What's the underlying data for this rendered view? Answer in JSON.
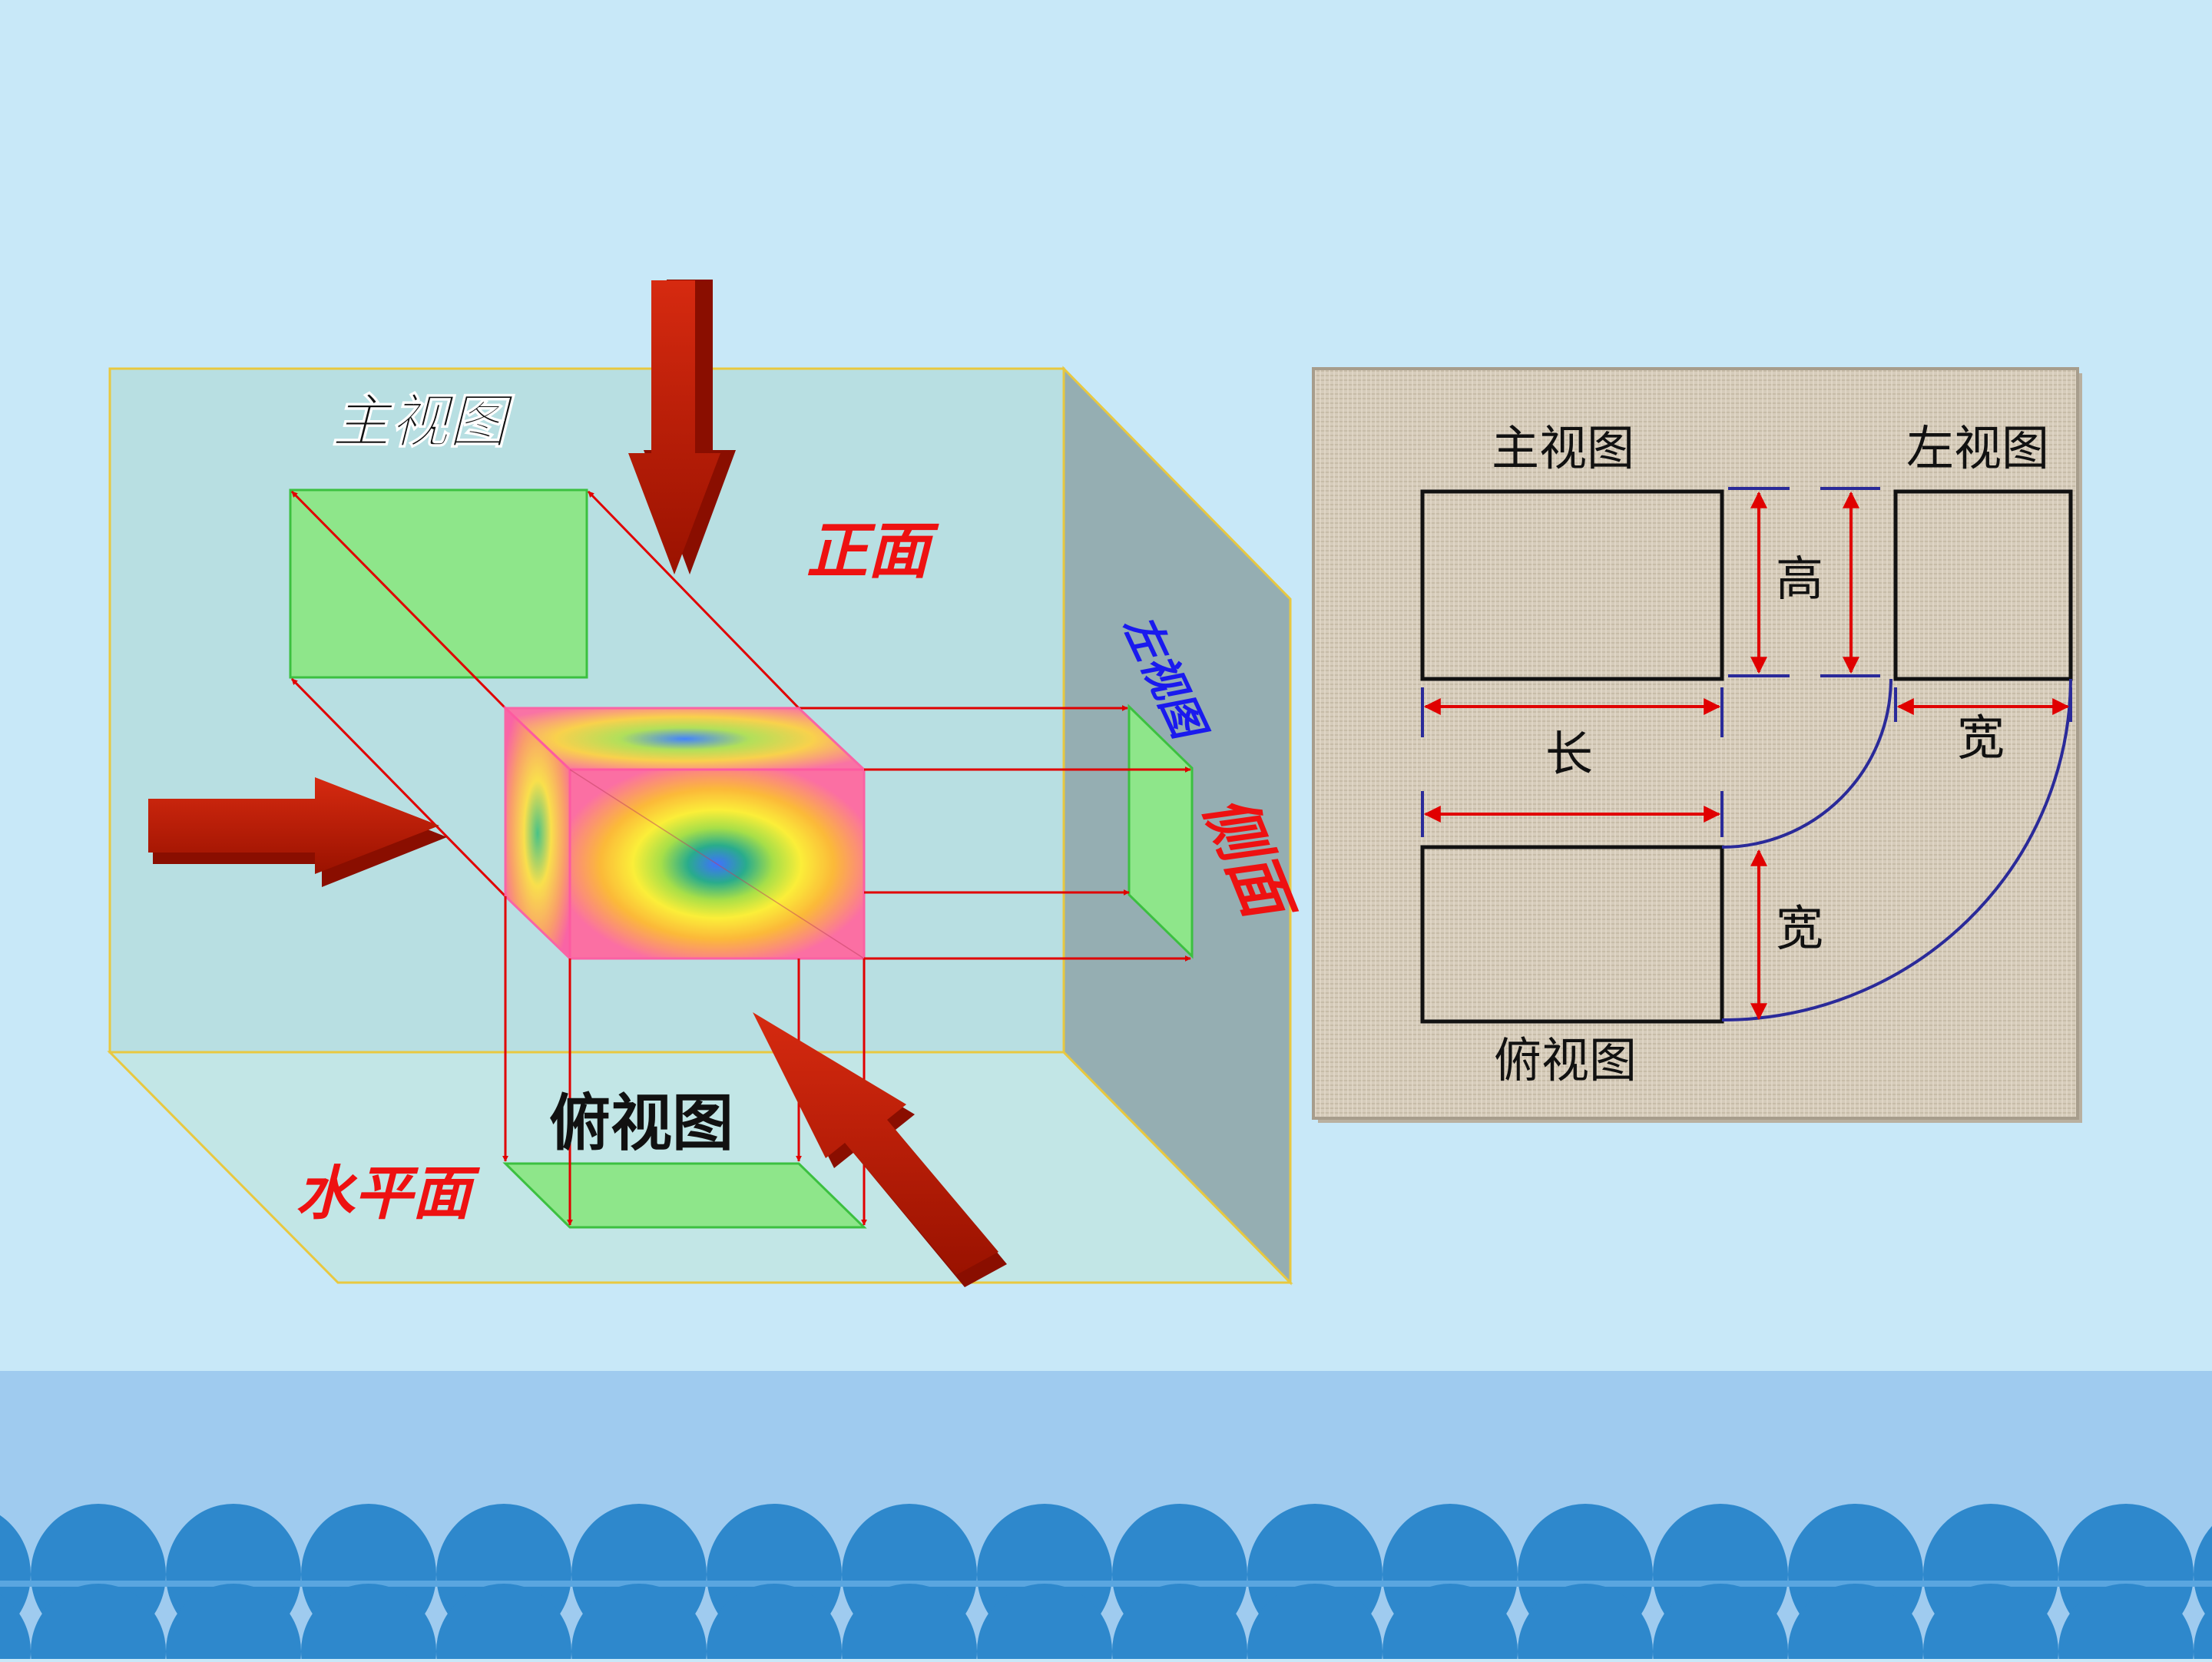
{
  "left_diagram": {
    "front_view_label": "主视图",
    "front_plane_label": "正面",
    "left_view_label": "左视图",
    "side_plane_label": "侧面",
    "top_view_label": "俯视图",
    "horizontal_plane_label": "水平面"
  },
  "right_panel": {
    "front_view_label": "主视图",
    "left_view_label": "左视图",
    "top_view_label": "俯视图",
    "height_label": "高",
    "length_label": "长",
    "width_label_right": "宽",
    "width_label_bottom": "宽"
  },
  "colors": {
    "background": "#c8e8f8",
    "band": "#9fcbef",
    "scallop": "#2e88cc",
    "arrow_red": "#c01800",
    "projection_red": "#e00000",
    "view_green": "#8ee68a",
    "plane_label_red": "#ee1111",
    "left_view_blue": "#1a1aee",
    "panel_bg": "#d6ccbb",
    "arc_blue": "#2a2a99"
  }
}
